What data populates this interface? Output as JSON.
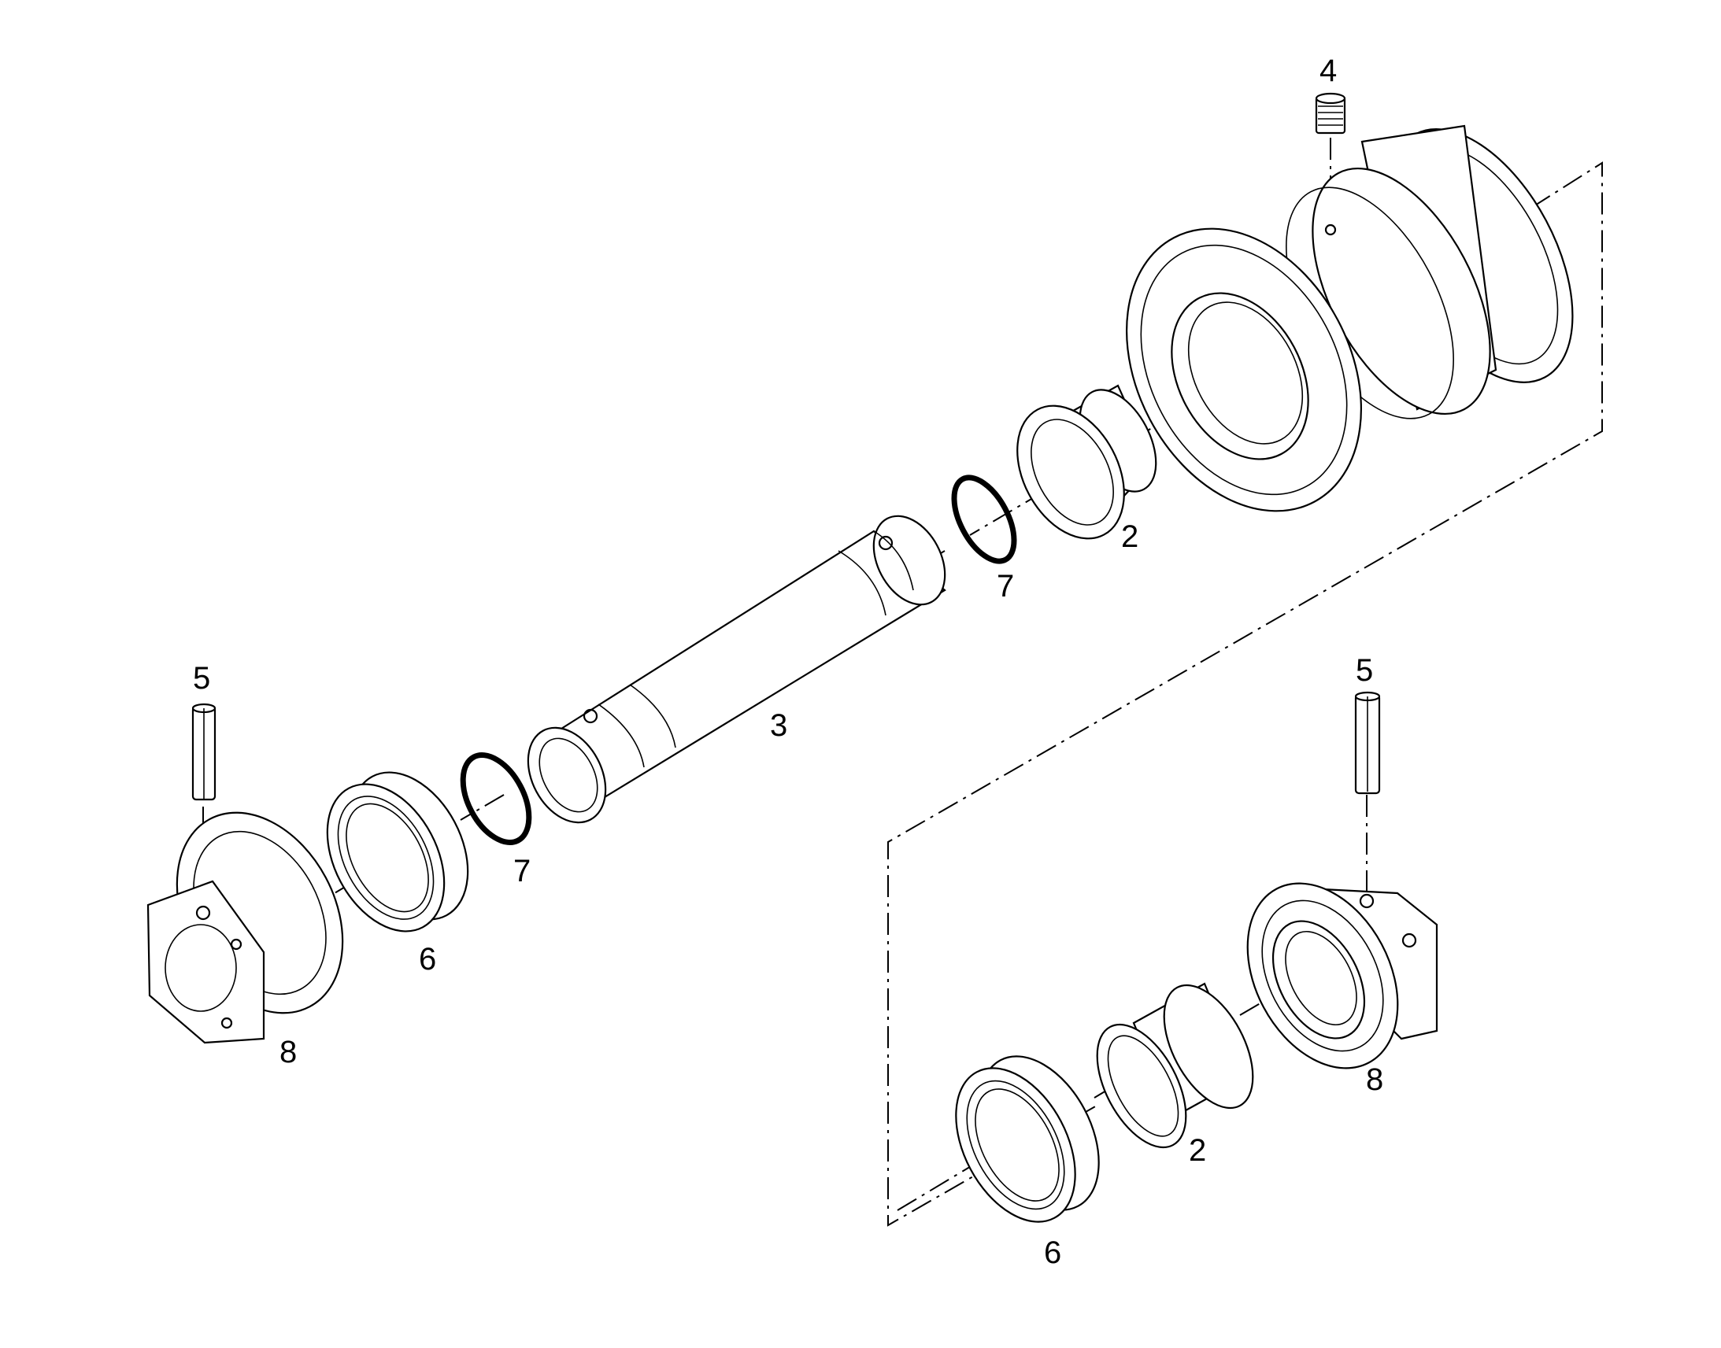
{
  "callouts": [
    {
      "id": "label-4",
      "text": "4"
    },
    {
      "id": "label-2-top",
      "text": "2"
    },
    {
      "id": "label-7-top",
      "text": "7"
    },
    {
      "id": "label-3",
      "text": "3"
    },
    {
      "id": "label-5-left",
      "text": "5"
    },
    {
      "id": "label-7-mid",
      "text": "7"
    },
    {
      "id": "label-6-left",
      "text": "6"
    },
    {
      "id": "label-8-left",
      "text": "8"
    },
    {
      "id": "label-5-right",
      "text": "5"
    },
    {
      "id": "label-8-right",
      "text": "8"
    },
    {
      "id": "label-2-bottom",
      "text": "2"
    },
    {
      "id": "label-6-bottom",
      "text": "6"
    }
  ]
}
